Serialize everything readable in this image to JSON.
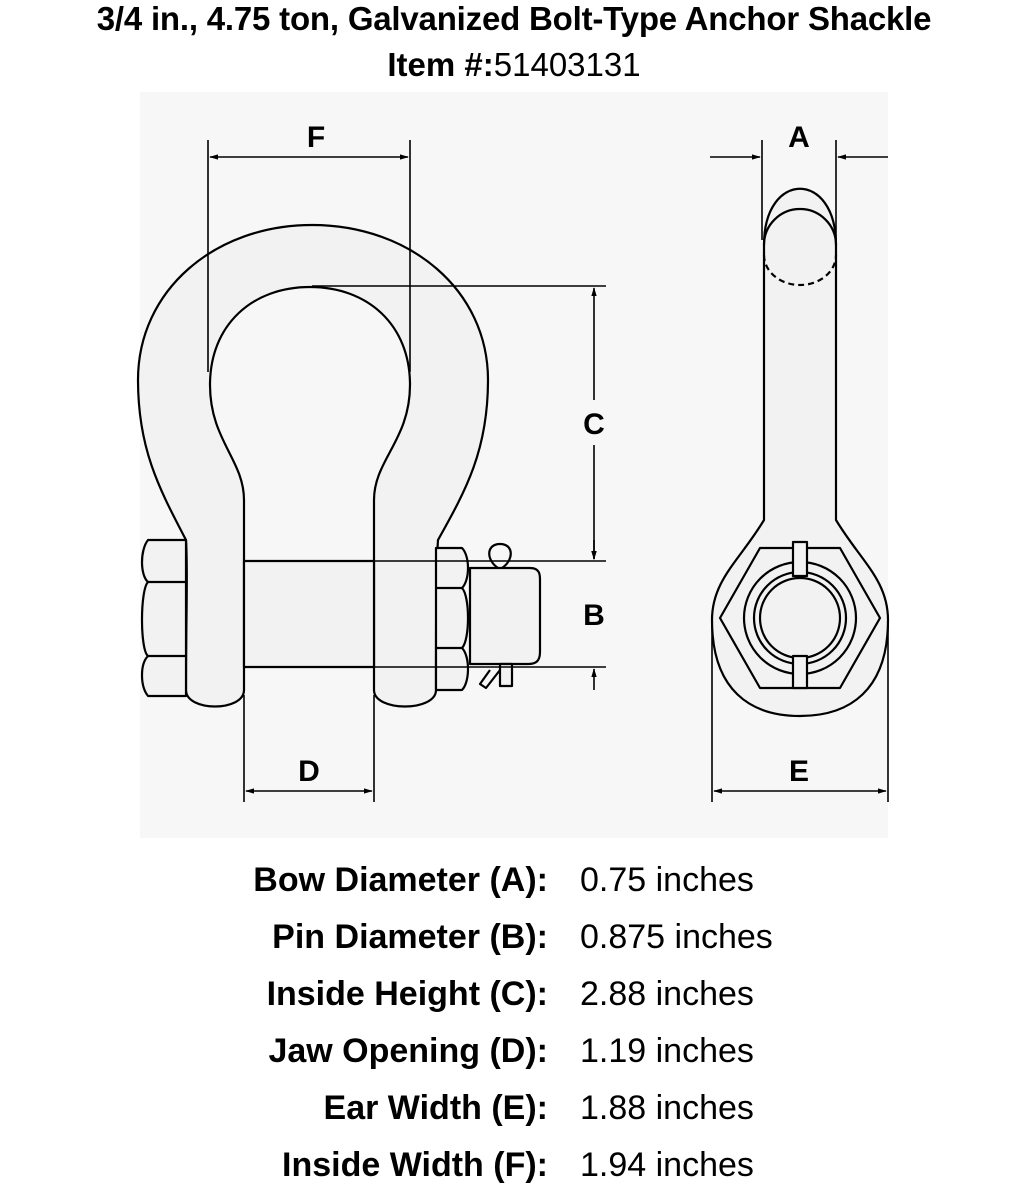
{
  "header": {
    "title": "3/4 in., 4.75 ton, Galvanized Bolt-Type Anchor Shackle",
    "item_prefix": "Item #:",
    "item_number": "51403131"
  },
  "diagram": {
    "labels": {
      "a": "A",
      "b": "B",
      "c": "C",
      "d": "D",
      "e": "E",
      "f": "F"
    }
  },
  "specs": [
    {
      "label": "Bow Diameter (A):",
      "value": "0.75 inches"
    },
    {
      "label": "Pin Diameter (B):",
      "value": "0.875 inches"
    },
    {
      "label": "Inside Height (C):",
      "value": "2.88 inches"
    },
    {
      "label": "Jaw Opening (D):",
      "value": "1.19 inches"
    },
    {
      "label": "Ear Width (E):",
      "value": "1.88 inches"
    },
    {
      "label": "Inside Width (F):",
      "value": "1.94 inches"
    }
  ]
}
